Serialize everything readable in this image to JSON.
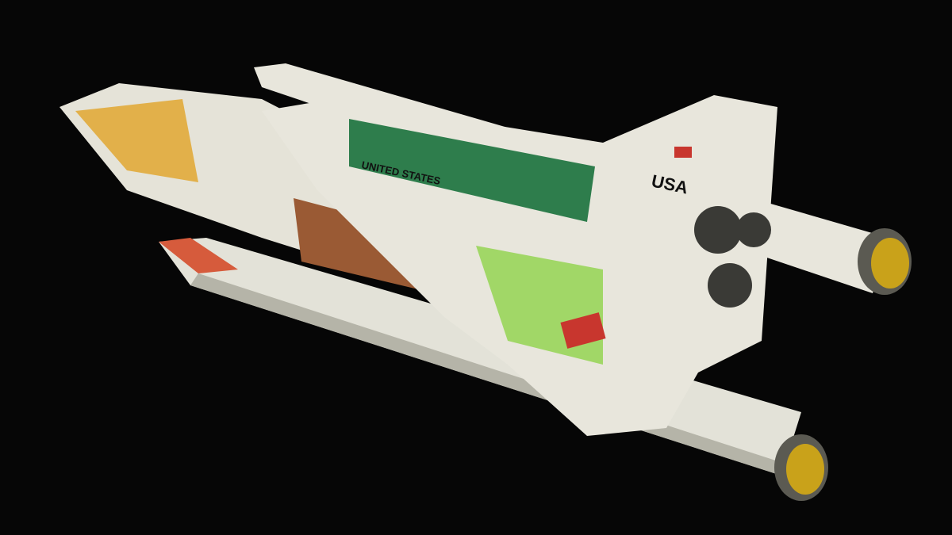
{
  "illustration": {
    "subject": "Space Shuttle cutaway illustration",
    "background_color": "#060606",
    "markings": {
      "fuselage_text": "UNITED STATES",
      "tail_text": "USA",
      "wing_text": "USA"
    },
    "colors": {
      "hull": "#e8e6dc",
      "hull_shade": "#b9b8ad",
      "cargo_green": "#2e7d4c",
      "frame_green": "#8fd34a",
      "tank_orange": "#e2b04a",
      "tank_brown": "#9a5a34",
      "nozzle_gold": "#c9a21a"
    }
  }
}
